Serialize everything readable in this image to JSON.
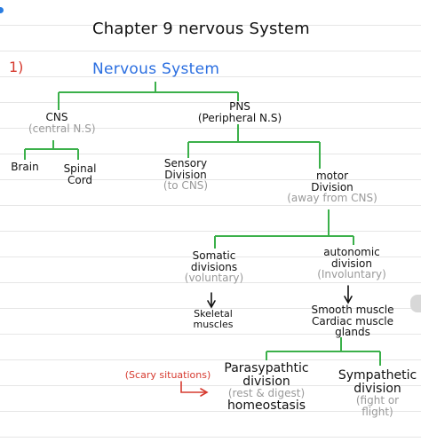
{
  "title": "Chapter 9 nervous System",
  "section_number": "1)",
  "root": "Nervous System",
  "cns": {
    "label": "CNS",
    "sub": "(central N.S)"
  },
  "pns": {
    "label": "PNS",
    "sub": "(Peripheral N.S)"
  },
  "brain": "Brain",
  "spinal_cord": {
    "line1": "Spinal",
    "line2": "Cord"
  },
  "sensory": {
    "line1": "Sensory",
    "line2": "Division",
    "sub": "(to CNS)"
  },
  "motor": {
    "line1": "motor",
    "line2": "Division",
    "sub": "(away from CNS)"
  },
  "somatic": {
    "line1": "Somatic",
    "line2": "divisions",
    "sub": "(voluntary)"
  },
  "autonomic": {
    "line1": "autonomic",
    "line2": "division",
    "sub": "(Involuntary)"
  },
  "skeletal": {
    "line1": "Skeletal",
    "line2": "muscles"
  },
  "smooth": {
    "line1": "Smooth muscle",
    "line2": "Cardiac muscle",
    "line3": "glands"
  },
  "scary": "(Scary situations)",
  "parasympathetic": {
    "line1": "Parasypathtic",
    "line2": "division",
    "sub": "(rest & digest)",
    "line3": "homeostasis"
  },
  "sympathetic": {
    "line1": "Sympathetic",
    "line2": "division",
    "sub1": "(fight or",
    "sub2": "flight)"
  },
  "colors": {
    "branch": "#3bb04a",
    "arrow": "#111111",
    "accent": "#2a6ee0",
    "note": "#d63a2f",
    "sub": "#9a9a9a"
  }
}
